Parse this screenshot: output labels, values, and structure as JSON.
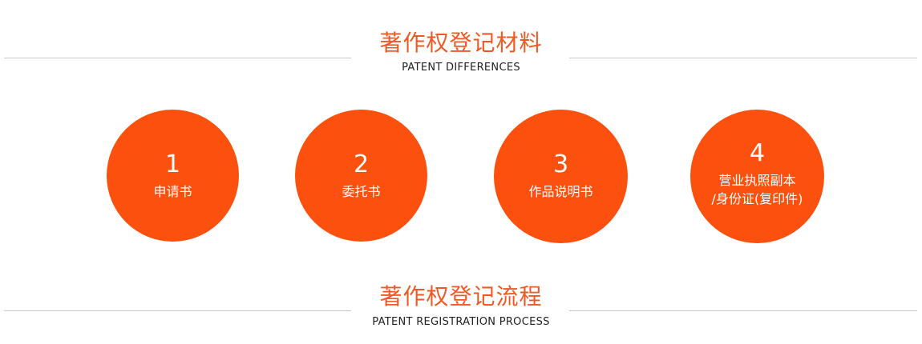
{
  "section1": {
    "title": "著作权登记材料",
    "subtitle": "PATENT DIFFERENCES"
  },
  "materials": [
    {
      "number": "1",
      "label": "申请书"
    },
    {
      "number": "2",
      "label": "委托书"
    },
    {
      "number": "3",
      "label": "作品说明书"
    },
    {
      "number": "4",
      "label_line1": "营业执照副本",
      "label_line2": "/身份证(复印件)"
    }
  ],
  "section2": {
    "title": "著作权登记流程",
    "subtitle": "PATENT REGISTRATION PROCESS"
  },
  "colors": {
    "accent": "#fb500e",
    "title": "#ef5a24",
    "rule": "#c9c9c9"
  }
}
